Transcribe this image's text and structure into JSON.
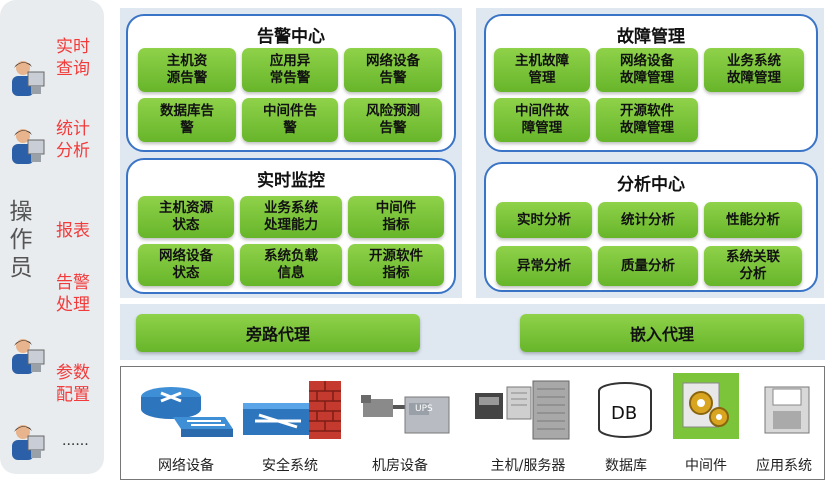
{
  "operator": {
    "title": [
      "操",
      "作",
      "员"
    ],
    "items": [
      {
        "line1": "实时",
        "line2": "查询"
      },
      {
        "line1": "统计",
        "line2": "分析"
      },
      {
        "line1": "报表",
        "line2": ""
      },
      {
        "line1": "告警",
        "line2": "处理"
      },
      {
        "line1": "参数",
        "line2": "配置"
      },
      {
        "line1": "......",
        "line2": ""
      }
    ]
  },
  "alarm_center": {
    "title": "告警中心",
    "buttons": [
      {
        "line1": "主机资",
        "line2": "源告警"
      },
      {
        "line1": "应用异",
        "line2": "常告警"
      },
      {
        "line1": "网络设备",
        "line2": "告警"
      },
      {
        "line1": "数据库告",
        "line2": "警"
      },
      {
        "line1": "中间件告",
        "line2": "警"
      },
      {
        "line1": "风险预测",
        "line2": "告警"
      }
    ]
  },
  "realtime_monitor": {
    "title": "实时监控",
    "buttons": [
      {
        "line1": "主机资源",
        "line2": "状态"
      },
      {
        "line1": "业务系统",
        "line2": "处理能力"
      },
      {
        "line1": "中间件",
        "line2": "指标"
      },
      {
        "line1": "网络设备",
        "line2": "状态"
      },
      {
        "line1": "系统负载",
        "line2": "信息"
      },
      {
        "line1": "开源软件",
        "line2": "指标"
      }
    ]
  },
  "fault_mgmt": {
    "title": "故障管理",
    "buttons": [
      {
        "line1": "主机故障",
        "line2": "管理"
      },
      {
        "line1": "网络设备",
        "line2": "故障管理"
      },
      {
        "line1": "业务系统",
        "line2": "故障管理"
      },
      {
        "line1": "中间件故",
        "line2": "障管理"
      },
      {
        "line1": "开源软件",
        "line2": "故障管理"
      }
    ]
  },
  "analysis_center": {
    "title": "分析中心",
    "buttons": [
      {
        "line1": "实时分析",
        "line2": ""
      },
      {
        "line1": "统计分析",
        "line2": ""
      },
      {
        "line1": "性能分析",
        "line2": ""
      },
      {
        "line1": "异常分析",
        "line2": ""
      },
      {
        "line1": "质量分析",
        "line2": ""
      },
      {
        "line1": "系统关联",
        "line2": "分析"
      }
    ]
  },
  "proxies": {
    "bypass": "旁路代理",
    "embedded": "嵌入代理"
  },
  "infrastructure": {
    "db_icon_text": "DB",
    "ups_icon_text": "UPS",
    "devices": [
      "网络设备",
      "安全系统",
      "机房设备",
      "主机/服务器",
      "数据库",
      "中间件",
      "应用系统"
    ]
  },
  "colors": {
    "accent_green": "#7cc43a",
    "group_border": "#3a74c6",
    "operator_red": "#f23a3a",
    "panel_bg": "#dfe8f1"
  }
}
